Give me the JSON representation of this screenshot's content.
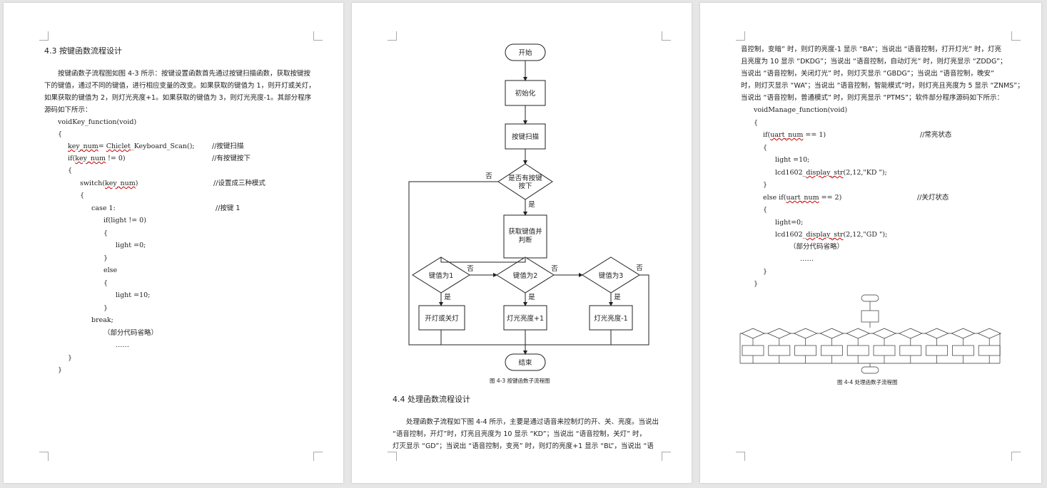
{
  "page1": {
    "heading": "4.3  按键函数流程设计",
    "para": [
      "按键函数子流程图如图 4-3 所示：按键设置函数首先通过按键扫描函数，获取按键按",
      "下的键值，通过不同的键值，进行相应变量的改变。如果获取的键值为 1，则开灯或关灯，",
      "如果获取的键值为 2，则灯光亮度+1。如果获取的键值为 3，则灯光亮度-1。其部分程序",
      "源码如下所示："
    ],
    "code": [
      {
        "code": "voidKey_function(void)",
        "comment": ""
      },
      {
        "code": "{",
        "comment": ""
      },
      {
        "code": "key_num= Chiclet_Keyboard_Scan();",
        "comment": "//按键扫描"
      },
      {
        "code": "if(key_num != 0)",
        "comment": "//有按键按下"
      },
      {
        "code": "{",
        "comment": ""
      },
      {
        "code": "switch(key_num)",
        "comment": "//设置成三种模式"
      },
      {
        "code": "{",
        "comment": ""
      },
      {
        "code": "case 1:",
        "comment": "//按键 1"
      },
      {
        "code": "if(light != 0)",
        "comment": ""
      },
      {
        "code": "{",
        "comment": ""
      },
      {
        "code": "light =0;",
        "comment": ""
      },
      {
        "code": "}",
        "comment": ""
      },
      {
        "code": "else",
        "comment": ""
      },
      {
        "code": "{",
        "comment": ""
      },
      {
        "code": "light =10;",
        "comment": ""
      },
      {
        "code": "}",
        "comment": ""
      },
      {
        "code": "break;",
        "comment": ""
      },
      {
        "code": "（部分代码省略）",
        "comment": ""
      },
      {
        "code": "……",
        "comment": ""
      },
      {
        "code": "}",
        "comment": ""
      },
      {
        "code": "}",
        "comment": ""
      }
    ]
  },
  "page2": {
    "flowchart": {
      "start": "开始",
      "init": "初始化",
      "scan": "按键扫描",
      "decision": [
        "是否有按键",
        "按下"
      ],
      "get_value": [
        "获取键值并",
        "判断"
      ],
      "key1": "键值为1",
      "key2": "键值为2",
      "key3": "键值为3",
      "action1": "开灯或关灯",
      "action2": "灯光亮度+1",
      "action3": "灯光亮度-1",
      "end": "结束",
      "yes": "是",
      "no": "否"
    },
    "caption": "图 4-3    按键函数子流程图",
    "heading": "4.4  处理函数流程设计",
    "para": [
      "处理函数子流程如下图 4-4 所示，主要是通过语音来控制灯的开、关、亮度。当说出",
      "“语音控制，开灯”时，灯亮且亮度为 10 显示 “KD”；当说出 “语音控制，关灯” 时，",
      "灯灭显示 “GD”；当说出 “语音控制，变亮” 时，则灯的亮度+1 显示 “BL”，当说出 “语"
    ]
  },
  "page3": {
    "para": [
      "音控制，变暗” 时，则灯的亮度-1 显示 “BA”；当说出 “语音控制，打开灯光” 时，灯亮",
      "且亮度为 10 显示 “DKDG”；当说出 “语音控制，自动灯光” 时，则灯亮显示 “ZDDG”；",
      "当说出 “语音控制，关闭灯光” 时，则灯灭显示 “GBDG”；当说出 “语音控制，晚安”",
      "时，则灯灭显示 “WA”；当说出 “语音控制，智能模式”时，则灯亮且亮度为 5 显示 “ZNMS”；",
      "当说出 “语音控制，普通模式” 时，则灯亮显示 “PTMS”；软件部分程序源码如下所示："
    ],
    "code": [
      {
        "code": "voidManage_function(void)",
        "comment": ""
      },
      {
        "code": "{",
        "comment": ""
      },
      {
        "code": "if(uart_num == 1)",
        "comment": "//常亮状态"
      },
      {
        "code": "{",
        "comment": ""
      },
      {
        "code": "light =10;",
        "comment": ""
      },
      {
        "code": "lcd1602_display_str(2,12,\"KD   \");",
        "comment": ""
      },
      {
        "code": "}",
        "comment": ""
      },
      {
        "code": "else if(uart_num == 2)",
        "comment": "//关灯状态"
      },
      {
        "code": "{",
        "comment": ""
      },
      {
        "code": "light=0;",
        "comment": ""
      },
      {
        "code": "lcd1602_display_str(2,12,\"GD   \");",
        "comment": ""
      },
      {
        "code": "（部分代码省略）",
        "comment": ""
      },
      {
        "code": "……",
        "comment": ""
      },
      {
        "code": "}",
        "comment": ""
      },
      {
        "code": "}",
        "comment": ""
      }
    ],
    "caption": "图 4-4    处理函数子流程图"
  }
}
